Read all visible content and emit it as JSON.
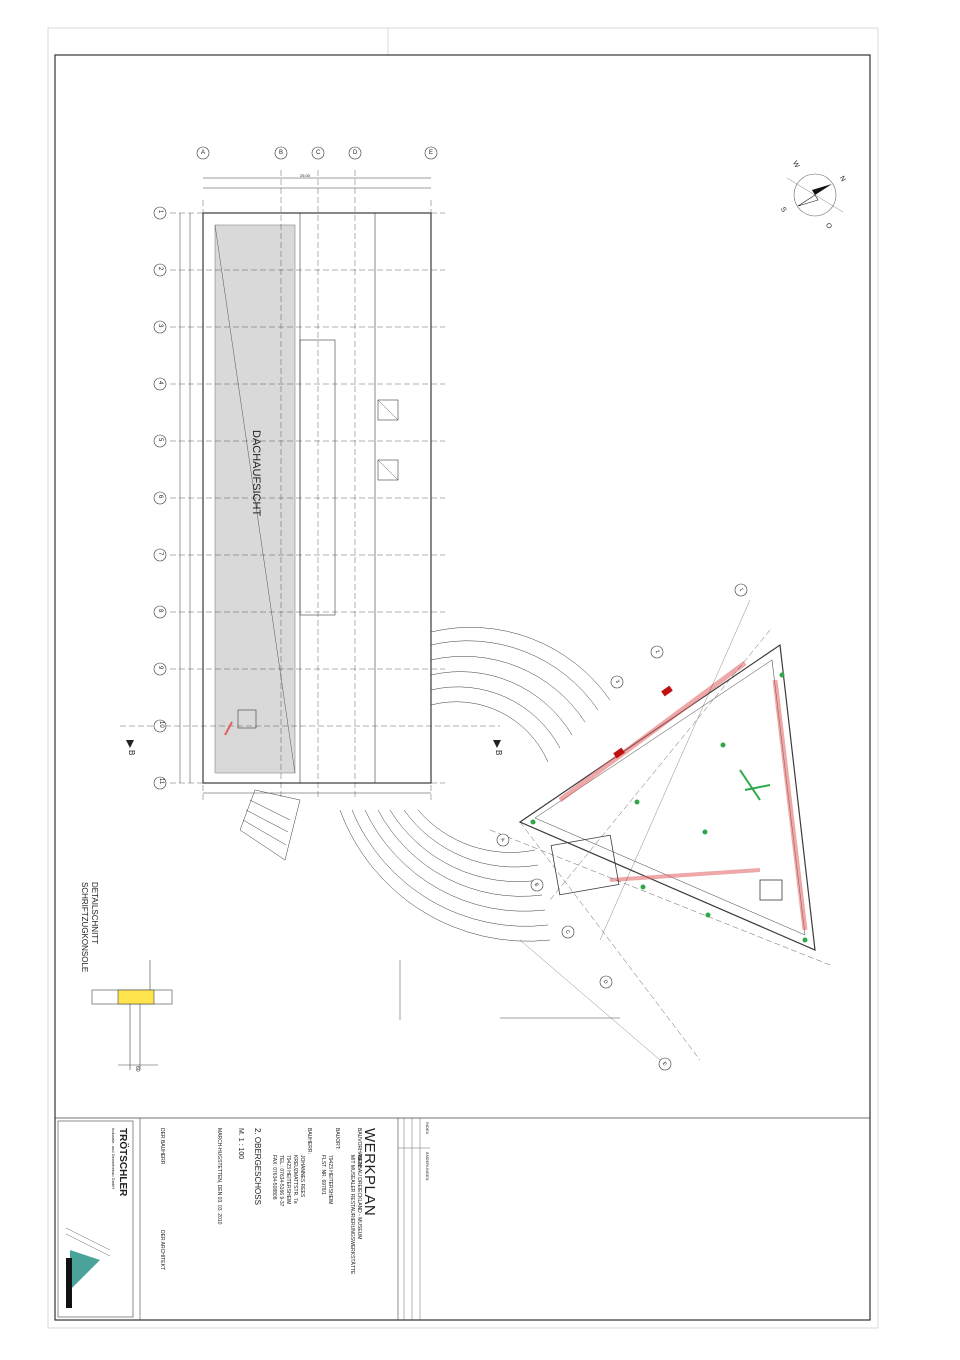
{
  "drawing": {
    "roof_label": "DACHAUFSICHT",
    "section_marker": "B",
    "grid_letters": [
      "A",
      "B",
      "C",
      "D",
      "E"
    ],
    "grid_numbers": [
      "1",
      "2",
      "3",
      "4",
      "5",
      "6",
      "7",
      "8",
      "9",
      "10",
      "11"
    ],
    "wing_axes_numbers": [
      "1",
      "2",
      "3"
    ],
    "wing_axes_letters": [
      "A",
      "B",
      "C",
      "D",
      "E"
    ],
    "compass": [
      "N",
      "O",
      "S",
      "W"
    ],
    "overall_dimension": "25.00",
    "detail_title": "DETAILSCHNITT",
    "detail_subtitle": "SCHRIFTZUGKONSOLE",
    "detail_dimension": "60"
  },
  "title_block": {
    "plan_type": "WERKPLAN",
    "project_label": "BAUVORHABEN:",
    "project_line1": "NEUBAU DREIECKLAND - MUSEUM",
    "project_line2": "MIT MUSEALER RESTAURIERUNGSWERKSTÄTTE",
    "site_label": "BAUORT:",
    "site_line1": "79423 HEITERSHEIM",
    "site_line2": "FLST. NR. 6978/1",
    "client_label": "BAUHERR:",
    "client_line1": "JOHANNES REES",
    "client_line2": "KREUZMATTSTR. 7a",
    "client_line3": "79423 HEITERSHEIM",
    "client_tel": "TEL.: 07634-5166 9-37",
    "client_fax": "FAX: 07634-508808",
    "floor": "2. OBERGESCHOSS",
    "scale": "M. 1 : 100",
    "date_line": "MARCH-HUGSTETTEN, DEN 03. 03. 2010",
    "owner_sign": "DER BAUHERR",
    "architect_sign": "DER ARCHITEKT",
    "index_header": "INDEX",
    "changes_header": "ÄNDERUNGEN",
    "firm_name": "TRÖTSCHLER",
    "firm_sub": "Industrie- und Gewerbebau GmbH"
  },
  "colors": {
    "line": "#2a2a2a",
    "roof_fill": "#d9d9d9",
    "wall_red": "#e06060",
    "accent_green": "#2ea84a",
    "logo_teal": "#4aa39a"
  }
}
